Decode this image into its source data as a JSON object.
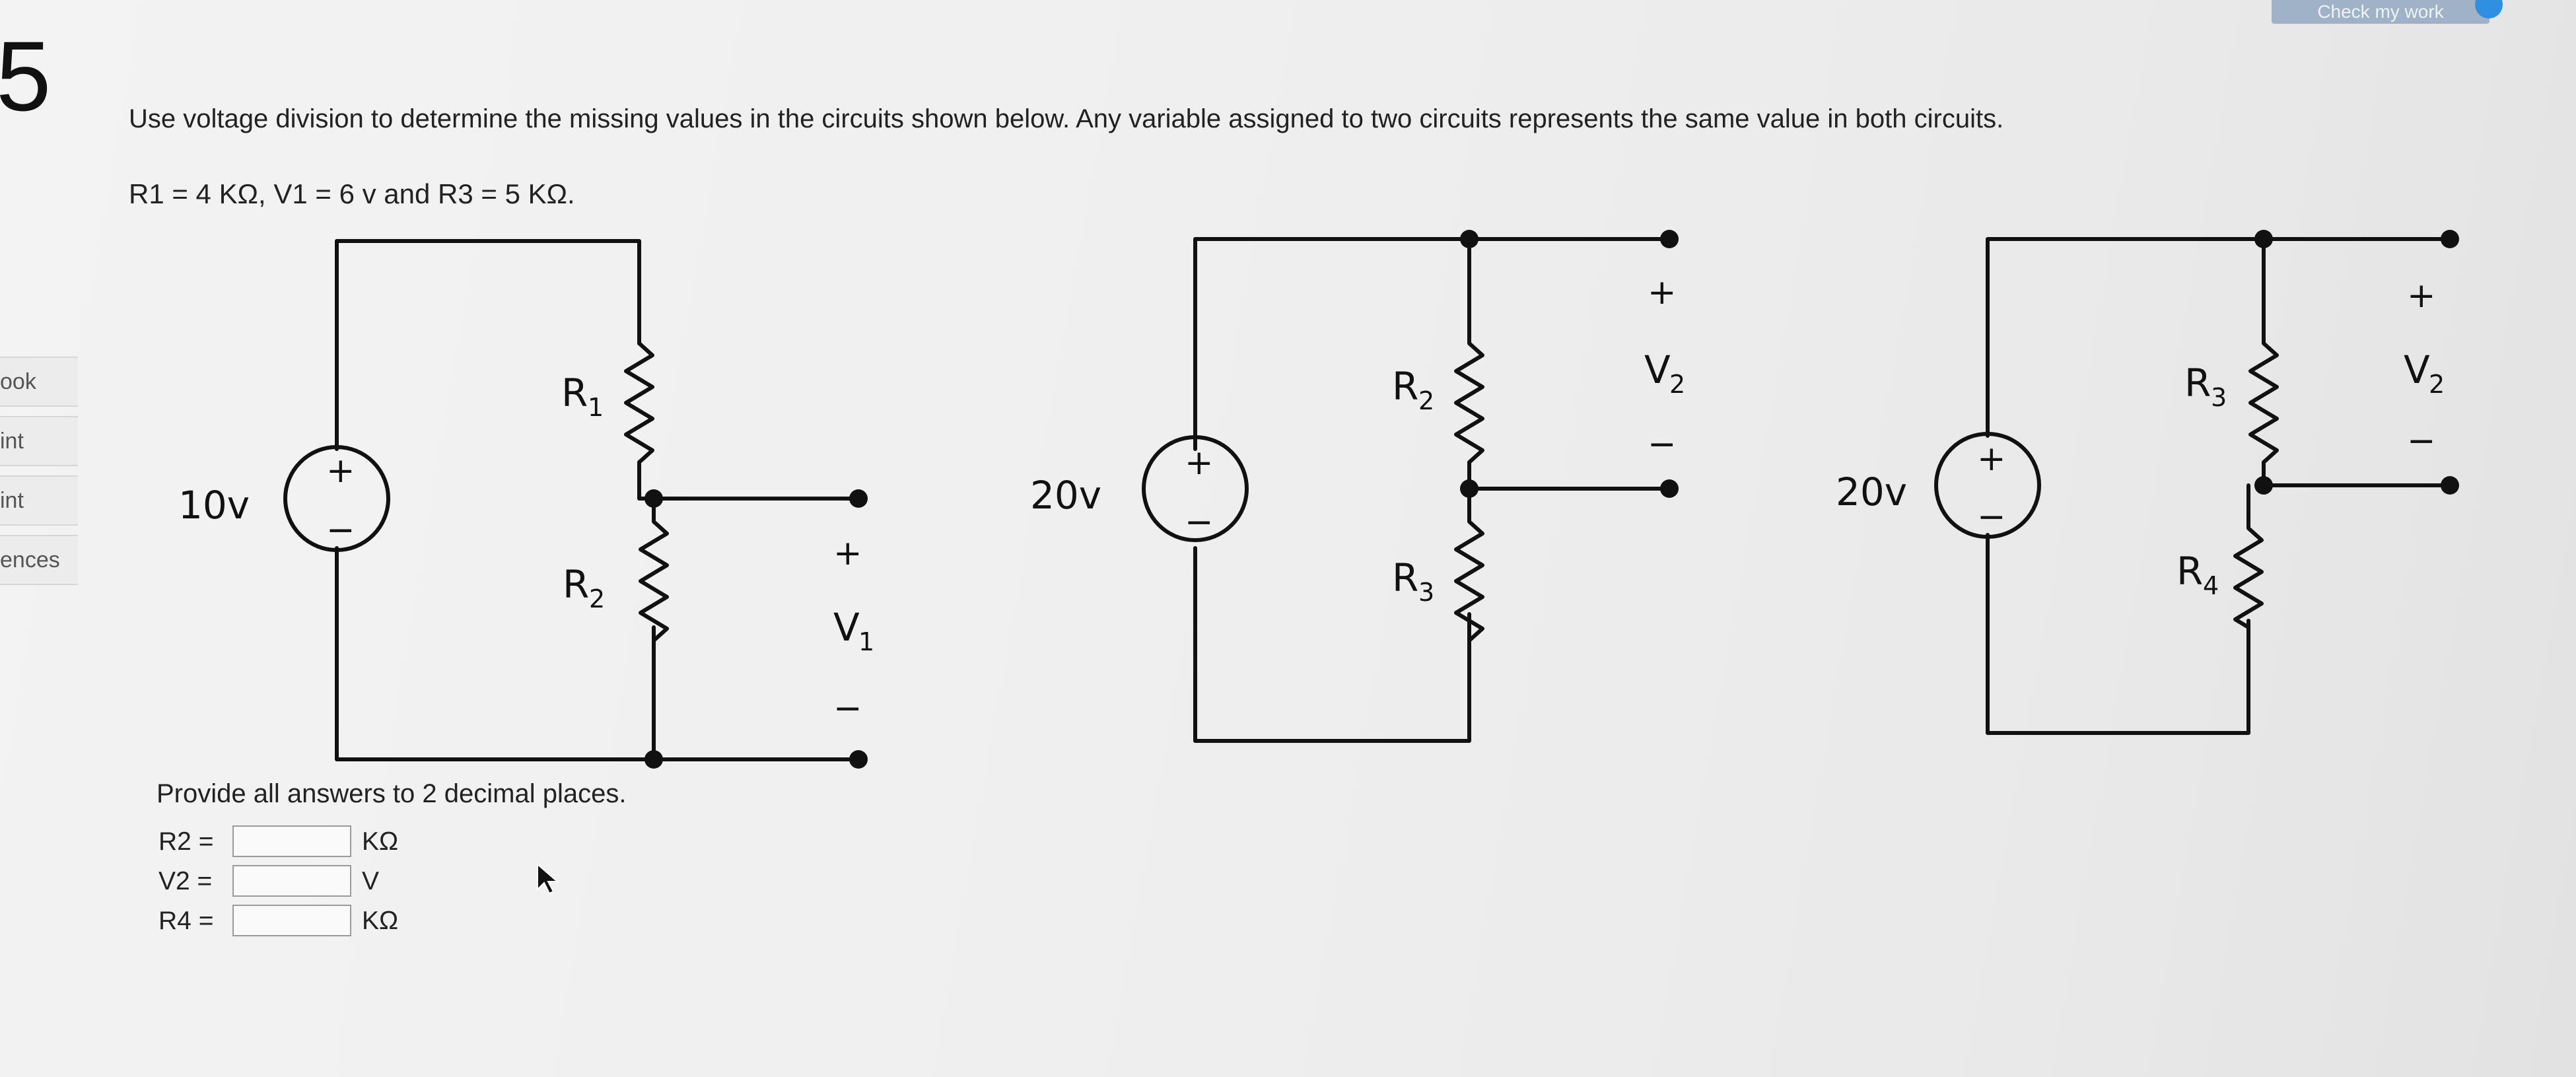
{
  "question_number": "5",
  "header": {
    "check_button_label": "Check my work"
  },
  "sidebar": {
    "items": [
      {
        "label": "ook"
      },
      {
        "label": "int"
      },
      {
        "label": "int"
      },
      {
        "label": "ences"
      }
    ]
  },
  "problem": {
    "instructions": "Use voltage division to determine the missing values in the circuits shown below. Any variable assigned to two circuits represents the same value in both circuits.",
    "given": {
      "r1": "R1 = 4 KΩ",
      "v1": "V1 = 6 v",
      "r3": "R3 = 5 KΩ"
    }
  },
  "circuits": [
    {
      "source": "10v",
      "top_resistor": "R",
      "top_resistor_sub": "1",
      "bottom_resistor": "R",
      "bottom_resistor_sub": "2",
      "output": "V",
      "output_sub": "1"
    },
    {
      "source": "20v",
      "top_resistor": "R",
      "top_resistor_sub": "2",
      "bottom_resistor": "R",
      "bottom_resistor_sub": "3",
      "output": "V",
      "output_sub": "2"
    },
    {
      "source": "20v",
      "top_resistor": "R",
      "top_resistor_sub": "3",
      "bottom_resistor": "R",
      "bottom_resistor_sub": "4",
      "output": "V",
      "output_sub": "2"
    }
  ],
  "symbols": {
    "plus": "+",
    "minus": "−",
    "and": "and"
  },
  "answers": {
    "title": "Provide all answers to 2 decimal places.",
    "fields": [
      {
        "label": "R2 =",
        "value": "",
        "unit": "KΩ"
      },
      {
        "label": "V2 =",
        "value": "",
        "unit": "V"
      },
      {
        "label": "R4 =",
        "value": "",
        "unit": "KΩ"
      }
    ]
  },
  "colors": {
    "wire": "#111111",
    "accent": "#2f8fe0"
  }
}
